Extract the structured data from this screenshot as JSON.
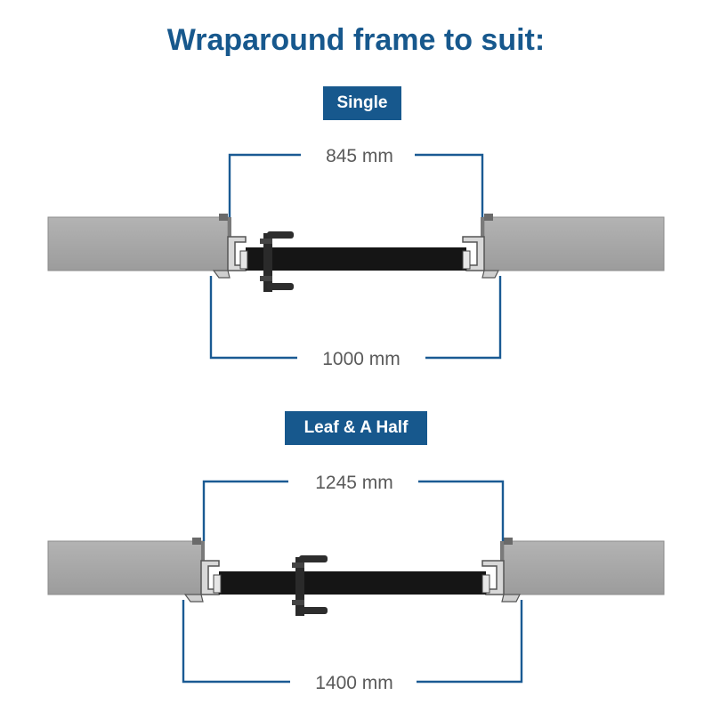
{
  "title": "Wraparound frame to suit:",
  "sections": [
    {
      "label": "Single",
      "inner_dimension": "845 mm",
      "outer_dimension": "1000 mm"
    },
    {
      "label": "Leaf & A Half",
      "inner_dimension": "1245 mm",
      "outer_dimension": "1400 mm"
    }
  ],
  "colors": {
    "accent": "#17588d",
    "dimension_line": "#1a5a93",
    "wall": "#a7a7a7",
    "door": "#151515",
    "dimension_text": "#5a5a5a"
  }
}
